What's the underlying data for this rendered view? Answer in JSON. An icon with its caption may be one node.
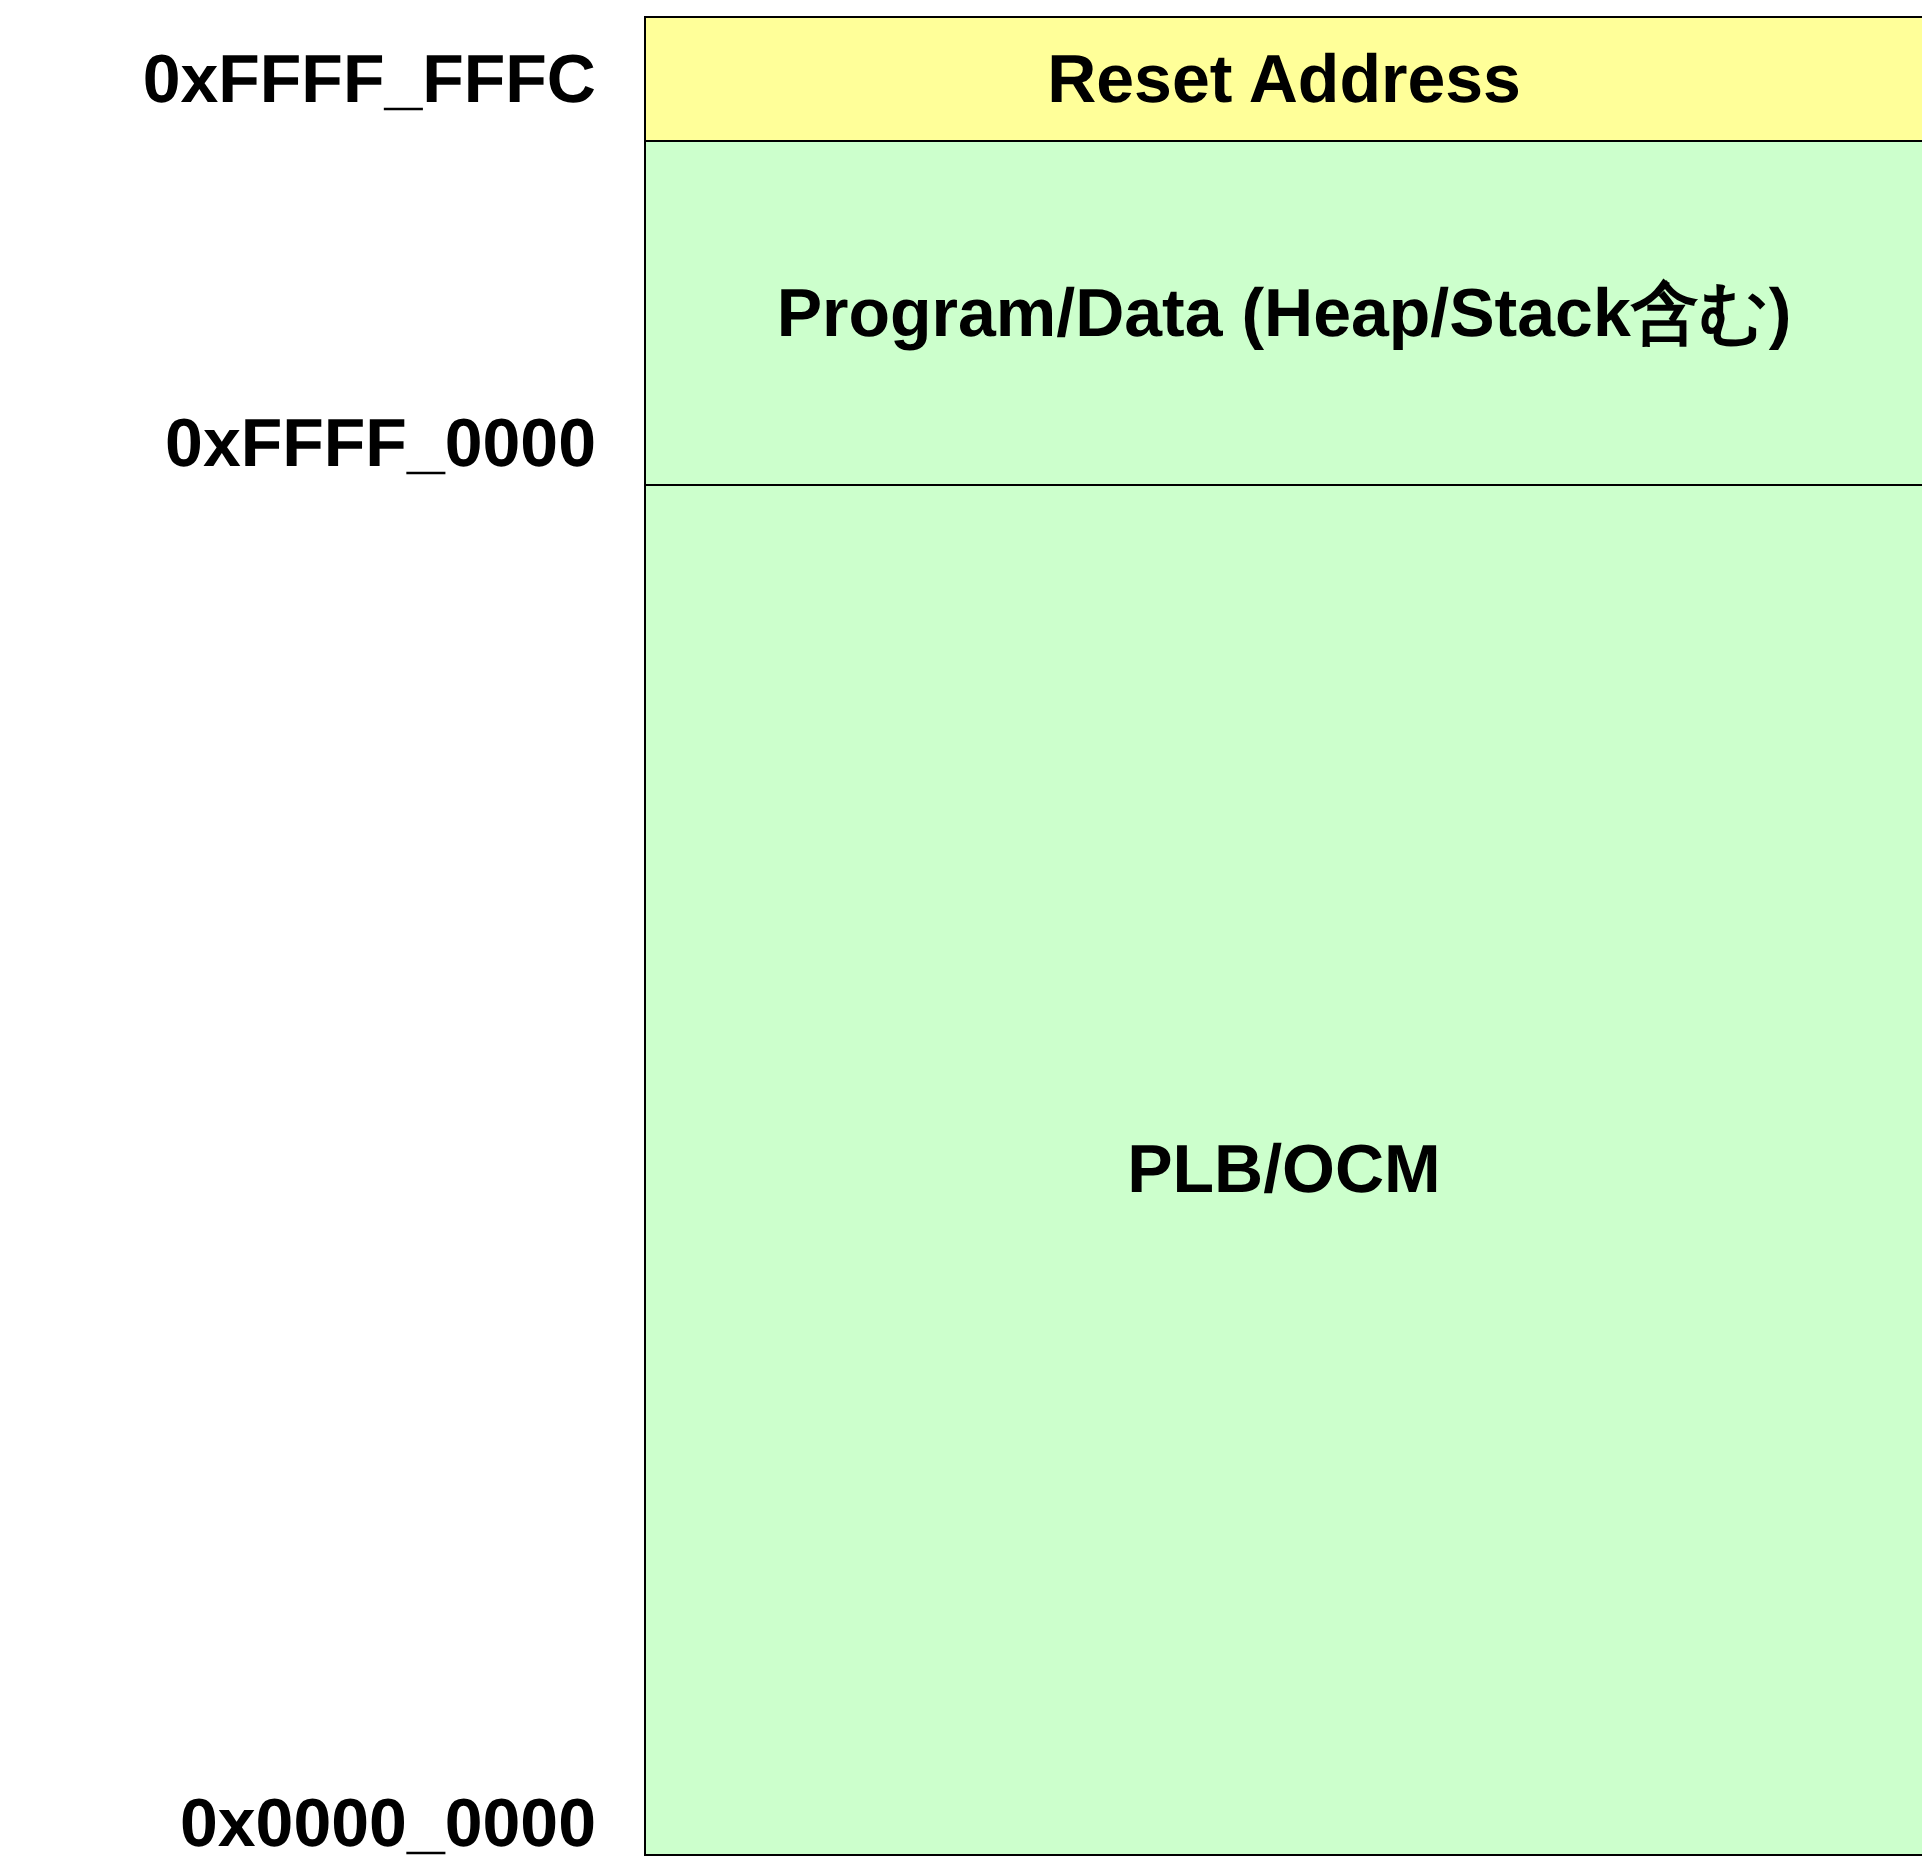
{
  "diagram": {
    "nodes": [
      {
        "text": [
          "Reset Address"
        ]
      },
      {
        "text": [
          "Program/Data (Heap/Stack含む)"
        ]
      },
      {
        "text": [
          "PLB/OCM"
        ]
      }
    ],
    "edges": [],
    "labels": [
      "0xFFFF_FFFC",
      "0xFFFF_0000",
      "0x0000_0000"
    ]
  }
}
